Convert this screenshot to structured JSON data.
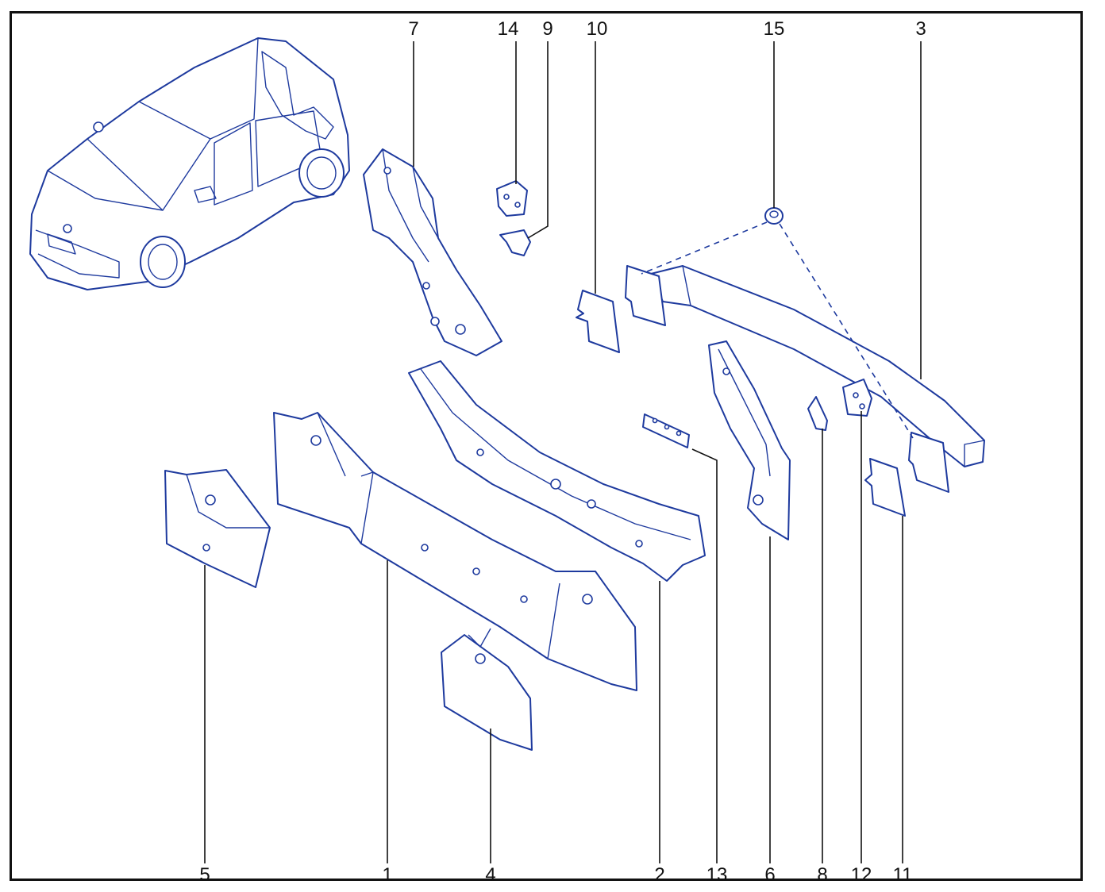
{
  "callouts": [
    {
      "id": "c7",
      "text": "7"
    },
    {
      "id": "c14",
      "text": "14"
    },
    {
      "id": "c9",
      "text": "9"
    },
    {
      "id": "c10",
      "text": "10"
    },
    {
      "id": "c15",
      "text": "15"
    },
    {
      "id": "c3",
      "text": "3"
    },
    {
      "id": "c5",
      "text": "5"
    },
    {
      "id": "c1",
      "text": "1"
    },
    {
      "id": "c4",
      "text": "4"
    },
    {
      "id": "c2",
      "text": "2"
    },
    {
      "id": "c13",
      "text": "13"
    },
    {
      "id": "c6",
      "text": "6"
    },
    {
      "id": "c8",
      "text": "8"
    },
    {
      "id": "c12",
      "text": "12"
    },
    {
      "id": "c11",
      "text": "11"
    }
  ],
  "colors": {
    "line_art": "#1e3a9e",
    "leader": "#111111",
    "frame": "#111111"
  }
}
